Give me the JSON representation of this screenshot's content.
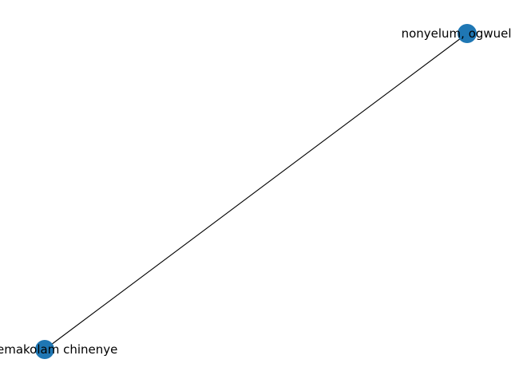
{
  "graph": {
    "node_color": "#1f77b4",
    "edge_color": "#000000",
    "background_color": "#ffffff",
    "nodes": [
      {
        "id": "node-1",
        "label": "nonyelum, ogwueleka"
      },
      {
        "id": "node-2",
        "label": "i, nkemakolam chinenye"
      }
    ],
    "edges": [
      {
        "source": "node-1",
        "target": "node-2"
      }
    ]
  }
}
